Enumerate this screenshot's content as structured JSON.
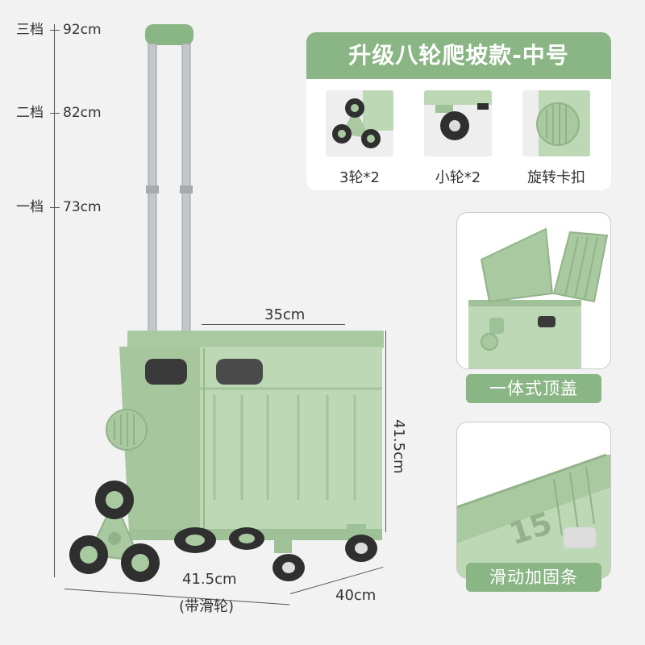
{
  "heights": [
    {
      "gear": "三档",
      "value": "92cm"
    },
    {
      "gear": "二档",
      "value": "82cm"
    },
    {
      "gear": "一档",
      "value": "73cm"
    }
  ],
  "dimensions": {
    "top_width": "35cm",
    "height": "41.5cm",
    "bottom_width": "41.5cm",
    "bottom_note": "(带滑轮)",
    "depth": "40cm"
  },
  "panel": {
    "title": "升级八轮爬坡款-中号",
    "features": [
      {
        "label": "3轮*2",
        "icon": "tri-wheel-icon"
      },
      {
        "label": "小轮*2",
        "icon": "small-wheel-icon"
      },
      {
        "label": "旋转卡扣",
        "icon": "rotary-buckle-icon"
      }
    ]
  },
  "details": [
    {
      "label": "一体式顶盖"
    },
    {
      "label": "滑动加固条"
    }
  ],
  "colors": {
    "accent": "#8ab584",
    "cart_green": "#bcd8b4",
    "cart_shadow": "#9fc197",
    "handle_gray": "#c4c7ca",
    "wheel_dark": "#2f2f2f"
  }
}
